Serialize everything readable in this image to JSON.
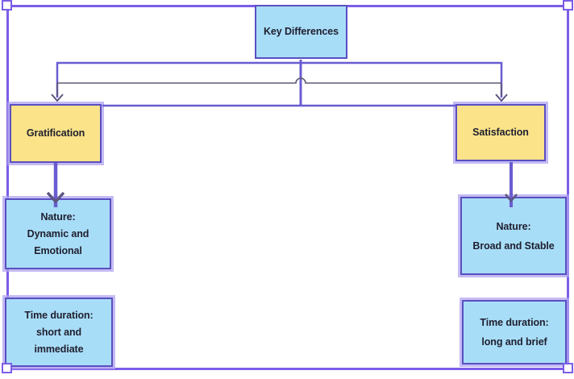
{
  "app": {
    "canvas_background": "#ffffff",
    "frame_border_color": "#7c5de8"
  },
  "diagram": {
    "nodes": {
      "root": {
        "label": "Key Differences",
        "fill": "#a8ddf8"
      },
      "gratification": {
        "label": "Gratification",
        "fill": "#fae389"
      },
      "satisfaction": {
        "label": "Satisfaction",
        "fill": "#fae389"
      },
      "nature_left": {
        "lines": [
          "Nature:",
          "Dynamic and",
          "Emotional"
        ],
        "fill": "#a8ddf8"
      },
      "nature_right": {
        "lines": [
          "Nature:",
          "Broad and Stable"
        ],
        "fill": "#a8ddf8"
      },
      "time_left": {
        "lines": [
          "Time duration:",
          "short and",
          "immediate"
        ],
        "fill": "#a8ddf8"
      },
      "time_right": {
        "lines": [
          "Time duration:",
          "long and brief"
        ],
        "fill": "#a8ddf8"
      }
    },
    "colors": {
      "node_border": "#5a4fc0",
      "connector_primary": "#695cd1",
      "connector_secondary": "#5f5a73",
      "selection_glow": "#b0a4f0",
      "text": "#1f1f2e"
    }
  }
}
